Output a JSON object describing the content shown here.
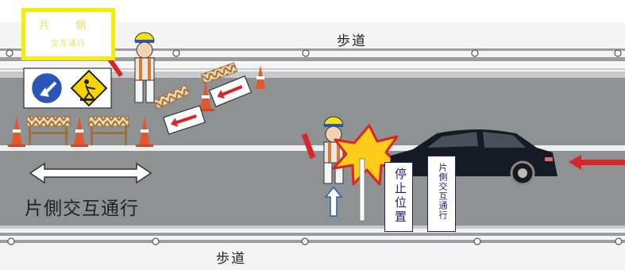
{
  "top_sidewalk": {
    "label": "歩道"
  },
  "bottom_sidewalk": {
    "label": "歩道"
  },
  "yellow_sign": {
    "line1": "片 側",
    "line2": "交互通行"
  },
  "road_caption": "片側交互通行",
  "stop_sign": {
    "label": "停止位置"
  },
  "alternating_sign": {
    "label": "片側交互通行"
  },
  "colors": {
    "road": "#8e9293",
    "sidewalk_rail": "#9a9ea2",
    "yellow_sign_border": "#f4ee00",
    "arrow_red": "#d9252a",
    "arrow_blue": "#2a56b8",
    "cone_orange": "#e4572e",
    "car": "#151a24",
    "flash": "#ffcc1a"
  },
  "icons": [
    "keep-left-sign-icon",
    "road-work-sign-icon",
    "flagman-icon",
    "traffic-cone-icon",
    "barricade-icon",
    "car-icon",
    "direction-arrow-icon",
    "double-arrow-icon"
  ]
}
